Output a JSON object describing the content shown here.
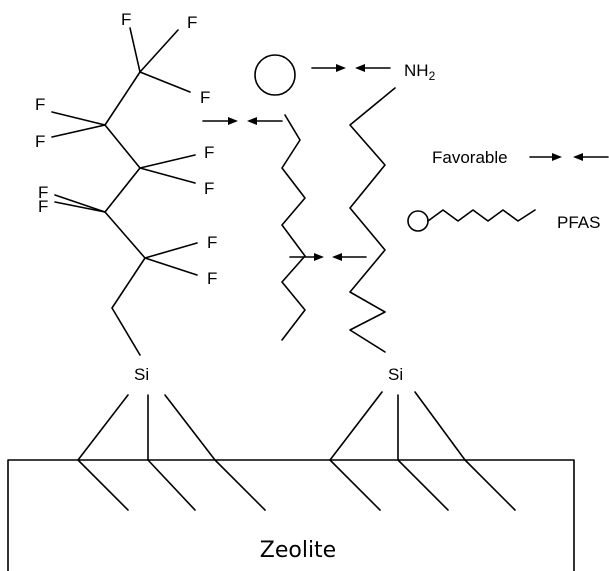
{
  "labels": {
    "fluorine": "F",
    "silicon": "Si",
    "amine_prefix": "NH",
    "amine_subscript": "2",
    "favorable": "Favorable",
    "pfas": "PFAS",
    "zeolite": "Zeolite"
  }
}
